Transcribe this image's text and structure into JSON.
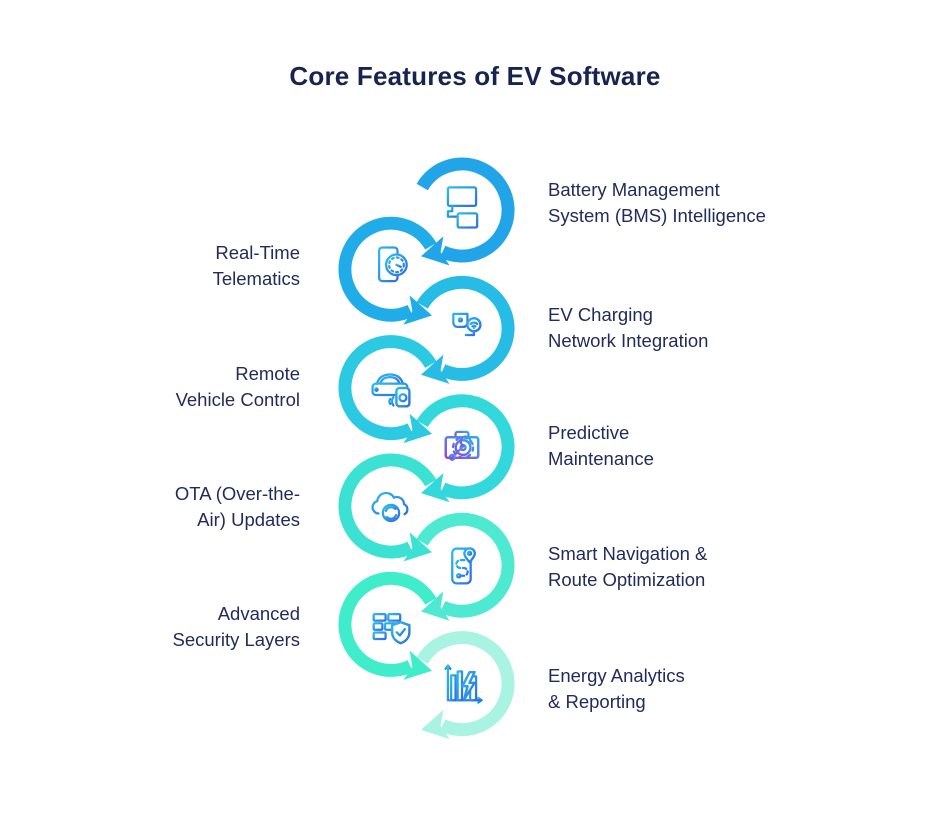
{
  "title": "Core Features of EV Software",
  "title_color": "#172452",
  "text_color": "#222B5C",
  "background": "#FFFFFF",
  "features": [
    {
      "label": "Battery Management\nSystem (BMS) Intelligence",
      "side": "right",
      "icon": "battery-management-icon",
      "circle_color": "#22A4E9"
    },
    {
      "label": "Real-Time\nTelematics",
      "side": "left",
      "icon": "telematics-phone-icon",
      "circle_color": "#1FACE9"
    },
    {
      "label": "EV Charging\nNetwork Integration",
      "side": "right",
      "icon": "ev-charging-plug-icon",
      "circle_color": "#27BCE5"
    },
    {
      "label": "Remote\nVehicle Control",
      "side": "left",
      "icon": "remote-vehicle-icon",
      "circle_color": "#2BCAE2"
    },
    {
      "label": "Predictive\nMaintenance",
      "side": "right",
      "icon": "maintenance-toolbox-icon",
      "circle_color": "#33D8DC"
    },
    {
      "label": "OTA (Over-the-\nAir) Updates",
      "side": "left",
      "icon": "ota-cloud-icon",
      "circle_color": "#3BE2D4"
    },
    {
      "label": "Smart Navigation &\nRoute Optimization",
      "side": "right",
      "icon": "navigation-route-icon",
      "circle_color": "#4DEAD1"
    },
    {
      "label": "Advanced\nSecurity Layers",
      "side": "left",
      "icon": "security-shield-icon",
      "circle_color": "#3FEDCB"
    },
    {
      "label": "Energy Analytics\n& Reporting",
      "side": "right",
      "icon": "energy-analytics-icon",
      "circle_color": "#A9F3E2"
    }
  ]
}
